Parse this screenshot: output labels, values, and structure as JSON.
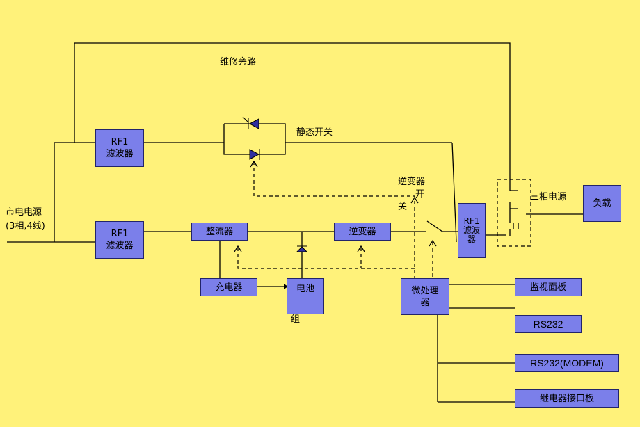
{
  "labels": {
    "bypass": "维修旁路",
    "static_switch": "静态开关",
    "mains_line1": "市电电源",
    "mains_line2": "(3相,4线)",
    "inverter_switch_line1": "逆变器",
    "inverter_switch_line2": "开",
    "inverter_switch_line3": "关",
    "three_phase": "三相电源",
    "battery_suffix": "组"
  },
  "boxes": {
    "rf1_top": {
      "line1": "RF1",
      "line2": "滤波器"
    },
    "rf1_bottom": {
      "line1": "RF1",
      "line2": "滤波器"
    },
    "rectifier": "整流器",
    "inverter": "逆变器",
    "charger": "充电器",
    "battery": "电池",
    "rf1_output": {
      "line1": "RF1",
      "line2": "滤波",
      "line3": "器"
    },
    "mcu": {
      "line1": "微处理",
      "line2": "器"
    },
    "load": "负载",
    "monitor_panel": "监视面板",
    "rs232": "RS232",
    "rs232_modem": "RS232(MODEM)",
    "relay_board": "继电器接口板"
  }
}
